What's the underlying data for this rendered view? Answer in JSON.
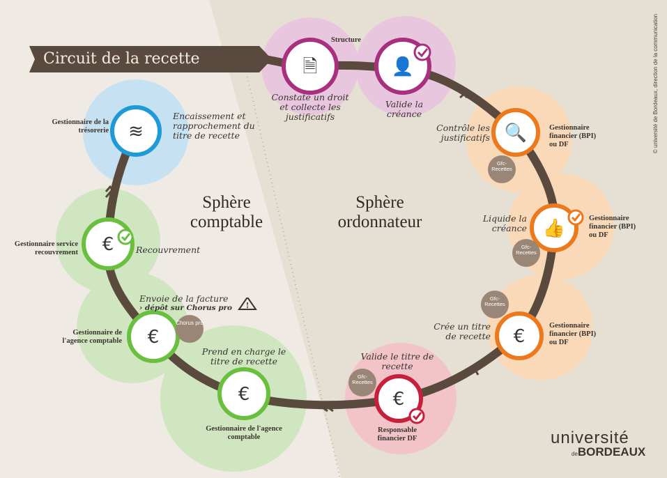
{
  "title": "Circuit de la recette",
  "spheres": {
    "comptable": "Sphère comptable",
    "ordonnateur": "Sphère ordonnateur"
  },
  "steps": [
    {
      "action": "Constate un droit et collecte les justificatifs",
      "role": "Structure"
    },
    {
      "action": "Valide la créance",
      "role": "Structure"
    },
    {
      "action": "Contrôle les justificatifs",
      "role": "Gestionnaire financier (BPI) ou DF"
    },
    {
      "action": "Liquide la créance",
      "role": "Gestionnaire financier (BPI) ou DF"
    },
    {
      "action": "Crée un titre de recette",
      "role": "Gestionnaire financier (BPI) ou DF"
    },
    {
      "action": "Valide le titre de recette",
      "role": "Responsable financier DF"
    },
    {
      "action": "Prend en charge le titre de recette",
      "role": "Gestionnaire de l'agence comptable"
    },
    {
      "action": "Envoie de la facture",
      "action_sub": "› dépôt sur Chorus pro",
      "role": "Gestionnaire de l'agence comptable"
    },
    {
      "action": "Recouvrement",
      "role": "Gestionnaire service recouvrement"
    },
    {
      "action": "Encaissement et rapprochement du titre de recette",
      "role": "Gestionnaire de la trésorerie"
    }
  ],
  "badges": {
    "gfc": "Gfc-Recettes",
    "chorus": "Chorus pro"
  },
  "logo": {
    "line1": "université",
    "line2_prefix": "de",
    "line2": "BORDEAUX"
  },
  "credit": "© université de Bordeaux, direction de la communication",
  "colors": {
    "path": "#5a4a3e",
    "structure": "#a8307e",
    "df": "#ec7a1c",
    "resp": "#c6203d",
    "agence": "#6bbf3f",
    "tresorerie": "#1e9ad6"
  }
}
